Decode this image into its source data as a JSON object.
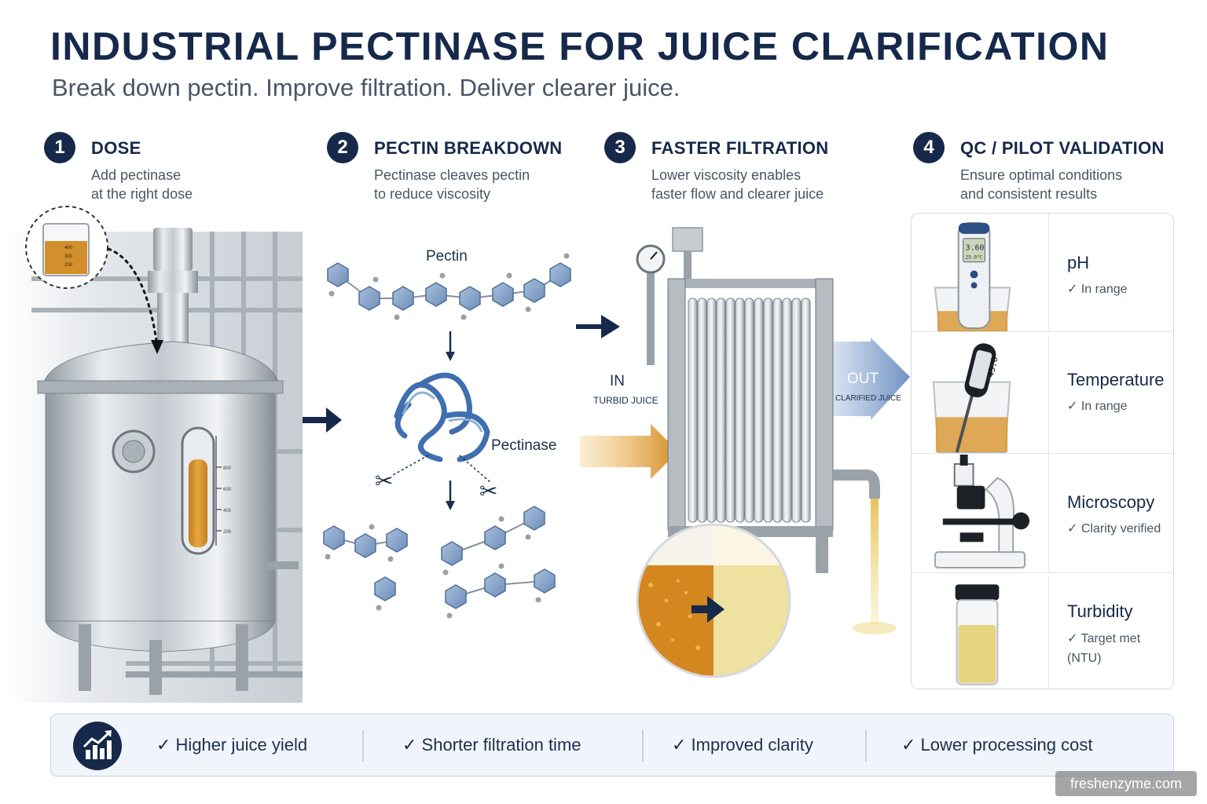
{
  "header": {
    "title": "INDUSTRIAL PECTINASE FOR JUICE CLARIFICATION",
    "subtitle": "Break down pectin. Improve filtration. Deliver clearer juice."
  },
  "steps": [
    {
      "number": "1",
      "title": "DOSE",
      "description": "Add pectinase\nat the right dose"
    },
    {
      "number": "2",
      "title": "PECTIN BREAKDOWN",
      "description": "Pectinase cleaves pectin\nto reduce viscosity"
    },
    {
      "number": "3",
      "title": "FASTER FILTRATION",
      "description": "Lower viscosity enables\nfaster flow and clearer juice"
    },
    {
      "number": "4",
      "title": "QC / PILOT VALIDATION",
      "description": "Ensure optimal conditions\nand consistent results"
    }
  ],
  "dose": {
    "beaker_marks": [
      "400",
      "300",
      "200"
    ],
    "gauge_marks": [
      "800",
      "600",
      "400",
      "200"
    ]
  },
  "breakdown": {
    "pectin_label": "Pectin",
    "enzyme_label": "Pectinase"
  },
  "filtration": {
    "in_label": "IN",
    "in_sublabel": "TURBID JUICE",
    "out_label": "OUT",
    "out_sublabel": "CLARIFIED JUICE"
  },
  "qc": [
    {
      "name": "pH",
      "status": "✓  In range",
      "readout": "3.60",
      "readout2": "25.0°C"
    },
    {
      "name": "Temperature",
      "status": "✓  In range",
      "readout": "45.0"
    },
    {
      "name": "Microscopy",
      "status": "✓  Clarity verified"
    },
    {
      "name": "Turbidity",
      "status": "✓  Target met\n    (NTU)"
    }
  ],
  "benefits": [
    "✓  Higher juice yield",
    "✓  Shorter filtration time",
    "✓  Improved clarity",
    "✓  Lower processing cost"
  ],
  "watermark": "freshenzyme.com",
  "colors": {
    "navy": "#16294a",
    "juice": "#d8922a",
    "clear_juice": "#efe1a0",
    "molecule": "#7f9fc7",
    "steel": "#b9c0c8"
  }
}
